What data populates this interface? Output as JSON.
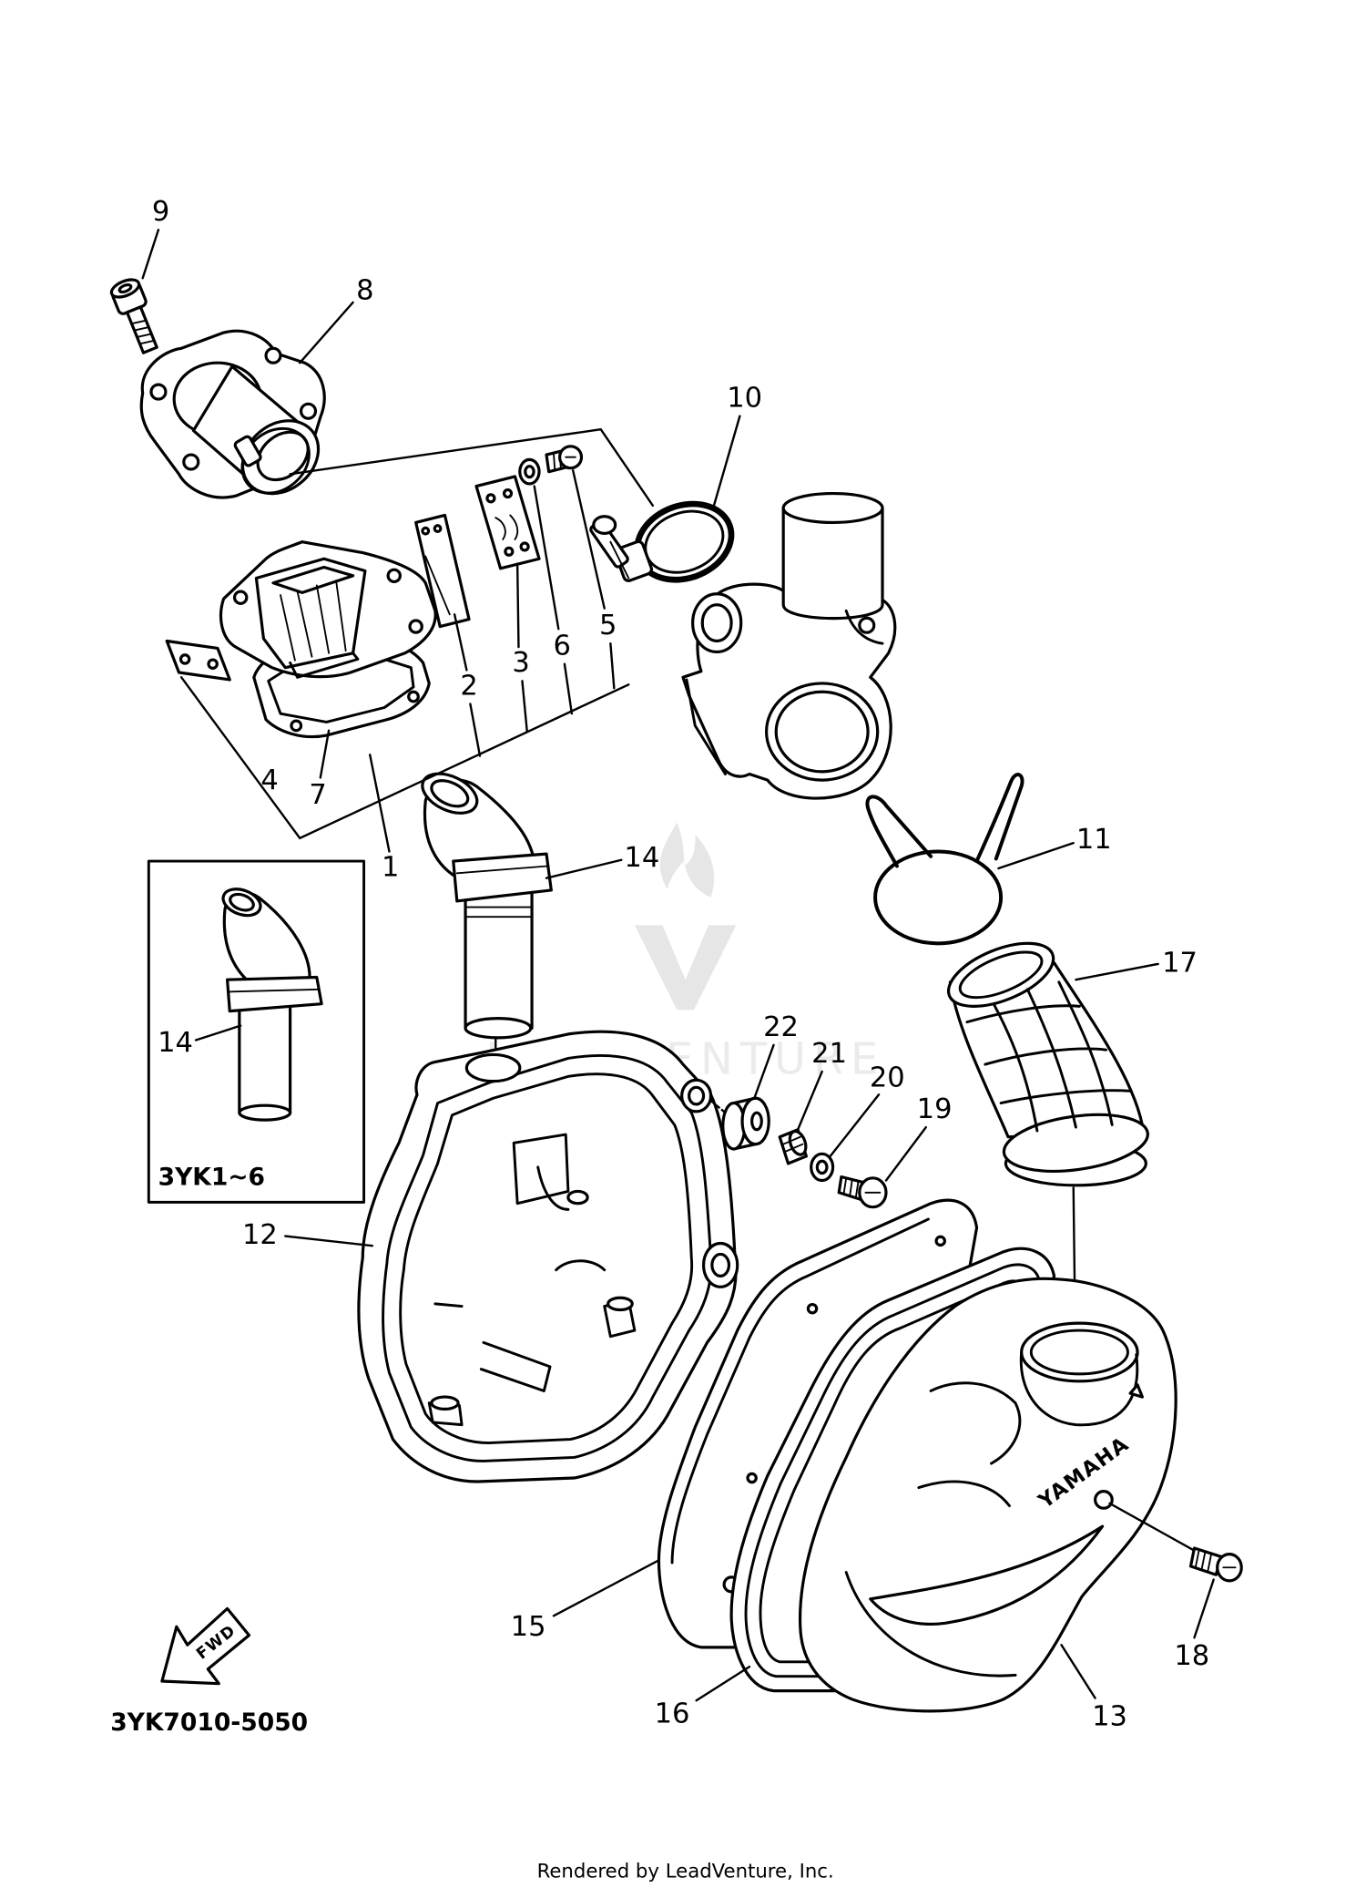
{
  "callouts": {
    "p1": "1",
    "p2": "2",
    "p3": "3",
    "p4": "4",
    "p5": "5",
    "p6": "6",
    "p7": "7",
    "p8": "8",
    "p9": "9",
    "p10": "10",
    "p11": "11",
    "p12": "12",
    "p13": "13",
    "p14": "14",
    "p14_alt": "14",
    "p15": "15",
    "p16": "16",
    "p17": "17",
    "p18": "18",
    "p19": "19",
    "p20": "20",
    "p21": "21",
    "p22": "22"
  },
  "variant_label": "3YK1~6",
  "fwd_label": "FWD",
  "diagram_code": "3YK7010-5050",
  "brand_mark": "YAMAHA",
  "watermark": "LEADVENTURE",
  "footer": "Rendered by LeadVenture, Inc.",
  "colors": {
    "line": "#000000",
    "watermark": "#e6e6e6",
    "background": "#ffffff"
  }
}
